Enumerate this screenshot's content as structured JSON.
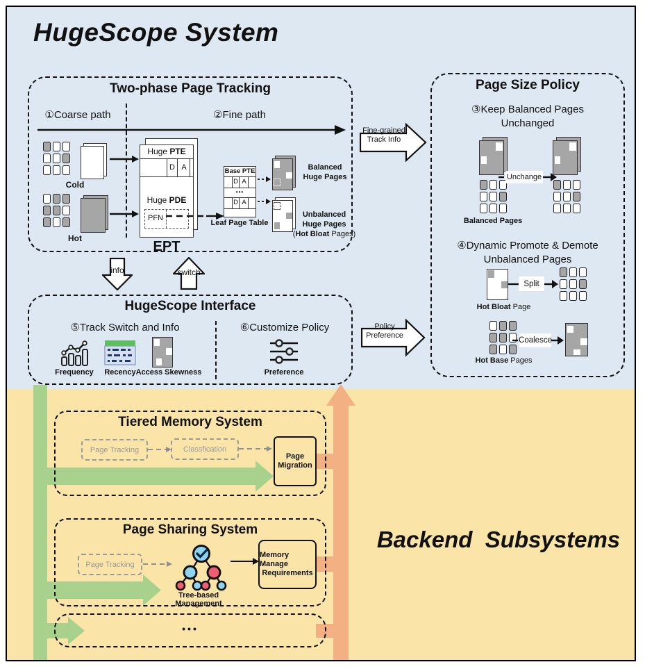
{
  "title": "HugeScope System",
  "backend_title": "Backend  Subsystems",
  "colors": {
    "top_background": "#dde8f2",
    "bottom_background": "#fbe4a8",
    "green_arrow": "#a9d18e",
    "orange_arrow": "#f3b183",
    "page_gray": "#a6a6a6"
  },
  "tracking": {
    "title": "Two-phase Page Tracking",
    "coarse": "①Coarse path",
    "fine": "②Fine path",
    "cold_label": "Cold",
    "hot_label": "Hot",
    "cold_grid": [
      [
        1,
        0,
        0
      ],
      [
        0,
        0,
        1
      ],
      [
        0,
        0,
        0
      ]
    ],
    "hot_grid": [
      [
        0,
        1,
        1
      ],
      [
        1,
        1,
        0
      ],
      [
        1,
        0,
        1
      ]
    ],
    "huge_pte": {
      "pre": "Huge ",
      "bold": "PTE"
    },
    "huge_pde": {
      "pre": "Huge ",
      "bold": "PDE"
    },
    "d": "D",
    "a": "A",
    "pfn": "PFN",
    "ept_label": "EPT",
    "base_pte": "Base PTE",
    "dots": "•••",
    "leaf_label": "Leaf Page Table",
    "balanced_label": [
      "Balanced",
      "Huge Pages"
    ],
    "unbalanced_label": [
      "Unbalanced",
      "Huge Pages"
    ],
    "unbalanced_paren": {
      "pre": "(",
      "bold": "Hot Bloat",
      "post": " Pages)"
    }
  },
  "arrows": {
    "fine_grained": [
      "Fine-grained",
      "Track Info"
    ],
    "policy": [
      "Policy",
      "Preference"
    ],
    "info": "info",
    "switch": "switch"
  },
  "policy": {
    "title": "Page Size Policy",
    "item3": [
      "③Keep Balanced Pages",
      "Unchanged"
    ],
    "unchange": "Unchange",
    "balanced_pages": "Balanced Pages",
    "grid3_left": [
      [
        1,
        0,
        0
      ],
      [
        0,
        0,
        1
      ],
      [
        0,
        0,
        0
      ]
    ],
    "grid3_right": [
      [
        1,
        0,
        0
      ],
      [
        0,
        0,
        1
      ],
      [
        0,
        0,
        0
      ]
    ],
    "item4": [
      "④Dynamic Promote & Demote",
      "Unbalanced Pages"
    ],
    "split": "Split",
    "split_grid": [
      [
        1,
        0,
        0
      ],
      [
        0,
        0,
        1
      ],
      [
        0,
        0,
        0
      ]
    ],
    "hot_bloat": {
      "bold": "Hot Bloat",
      "post": " Page"
    },
    "base_grid": [
      [
        0,
        1,
        1
      ],
      [
        1,
        1,
        0
      ],
      [
        1,
        0,
        1
      ]
    ],
    "coalesce": "Coalesce",
    "hot_base": {
      "bold": "Hot Base",
      "post": " Pages"
    }
  },
  "interface": {
    "title": "HugeScope Interface",
    "item5": "⑤Track Switch and Info",
    "item6": "⑥Customize Policy",
    "frequency": "Frequency",
    "recency": "Recency",
    "skewness": "Access Skewness",
    "preference": "Preference"
  },
  "backend": {
    "tiered_title": "Tiered Memory System",
    "page_tracking": "Page Tracking",
    "classification": "Classfication",
    "page_migration": [
      "Page",
      "Migration"
    ],
    "sharing_title": "Page Sharing System",
    "page_tracking2": "Page Tracking",
    "tree_label": "Tree-based Management",
    "memory_req": [
      "Memory Manage",
      "Requirements"
    ],
    "dots": "•••"
  }
}
